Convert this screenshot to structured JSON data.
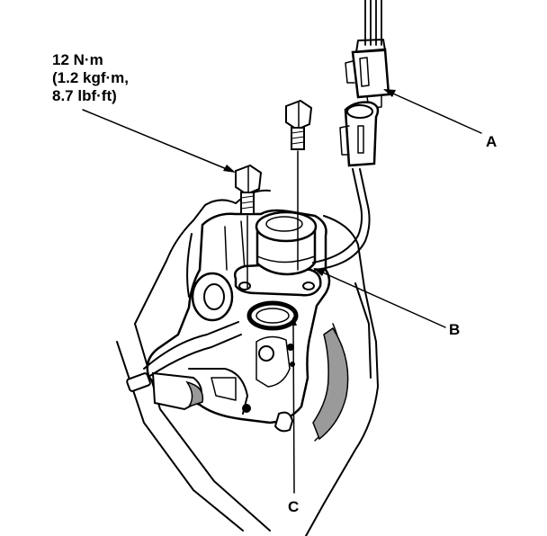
{
  "torque_spec": {
    "line1": "12 N·m",
    "line2": "(1.2 kgf·m,",
    "line3": "8.7 lbf·ft)"
  },
  "callouts": {
    "a": "A",
    "b": "B",
    "c": "C"
  },
  "colors": {
    "ink": "#000000",
    "paper": "#ffffff",
    "shade": "#9a9a9a"
  }
}
